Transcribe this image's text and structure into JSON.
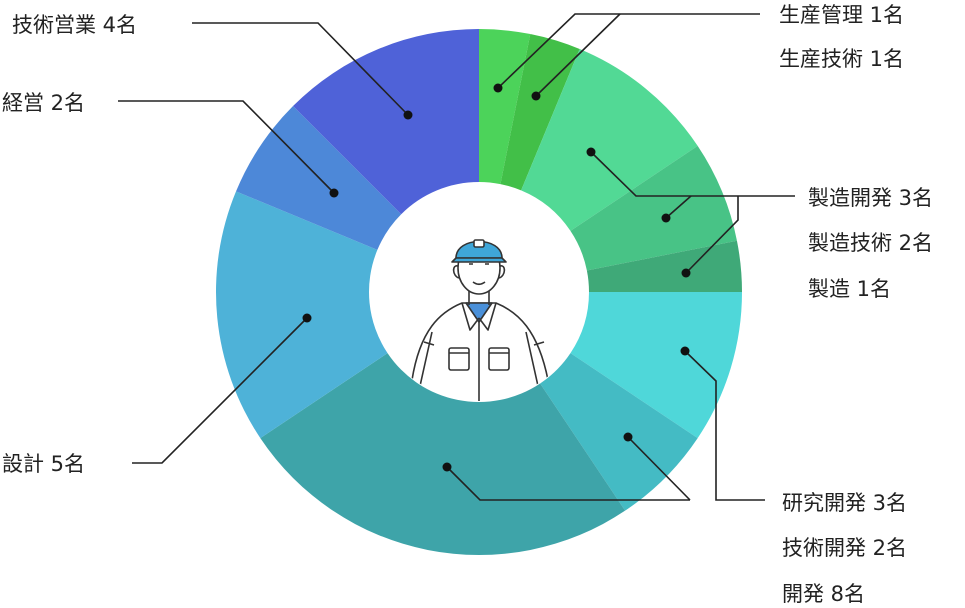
{
  "chart_data": {
    "type": "pie",
    "title": "",
    "unit": "名",
    "categories": [
      "生産管理",
      "生産技術",
      "製造開発",
      "製造技術",
      "製造",
      "研究開発",
      "技術開発",
      "開発",
      "設計",
      "経営",
      "技術営業"
    ],
    "values": [
      1,
      1,
      3,
      2,
      1,
      3,
      2,
      8,
      5,
      2,
      4
    ],
    "labels": [
      "生産管理 1名",
      "生産技術 1名",
      "製造開発 3名",
      "製造技術 2名",
      "製造 1名",
      "研究開発 3名",
      "技術開発 2名",
      "開発 8名",
      "設計 5名",
      "経営 2名",
      "技術営業 4名"
    ],
    "colors": [
      "#4cd35a",
      "#42bf48",
      "#52d995",
      "#48c386",
      "#3fa978",
      "#4fd7d9",
      "#44bbc4",
      "#3ea4a9",
      "#4eb2d8",
      "#4d88d8",
      "#4f62d8"
    ],
    "legend": "callout-labels",
    "center_icon": "worker-in-cap-illustration"
  }
}
